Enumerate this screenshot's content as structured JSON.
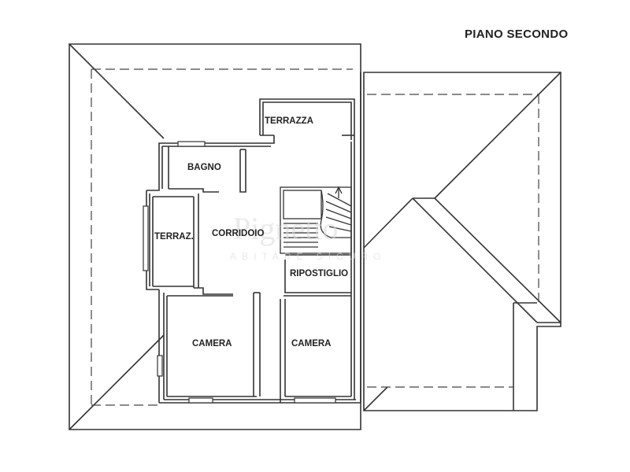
{
  "floor_title": "PIANO SECONDO",
  "rooms": {
    "terrazza": "TERRAZZA",
    "bagno": "BAGNO",
    "terraz": "TERRAZ.",
    "corridoio": "CORRIDOIO",
    "ripostiglio": "RIPOSTIGLIO",
    "camera_left": "CAMERA",
    "camera_right": "CAMERA"
  },
  "watermark": {
    "brand": "Pignetto",
    "tagline": "ABITARE SICURO"
  },
  "colors": {
    "line": "#333333",
    "background": "#ffffff",
    "watermark": "#d9d9d9"
  }
}
